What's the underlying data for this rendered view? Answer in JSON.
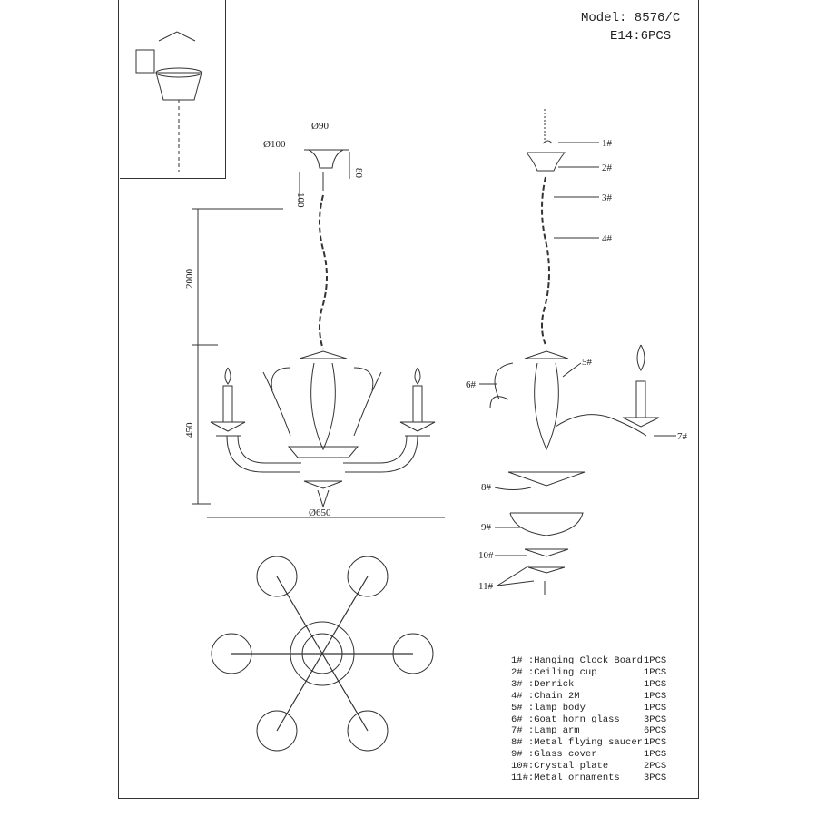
{
  "header": {
    "model": "Model: 8576/C",
    "bulb": "E14:6PCS"
  },
  "dimensions": {
    "canopy_top": "Ø90",
    "canopy_width": "Ø100",
    "canopy_height": "80",
    "derrick": "100",
    "chain": "2000",
    "body_height": "450",
    "width": "Ø650"
  },
  "callouts": [
    "1#",
    "2#",
    "3#",
    "4#",
    "5#",
    "6#",
    "7#",
    "8#",
    "9#",
    "10#",
    "11#"
  ],
  "parts": [
    {
      "label": "1# :Hanging Clock Board",
      "qty": "1PCS"
    },
    {
      "label": "2# :Ceiling cup",
      "qty": "1PCS"
    },
    {
      "label": "3# :Derrick",
      "qty": "1PCS"
    },
    {
      "label": "4# :Chain 2M",
      "qty": "1PCS"
    },
    {
      "label": "5# :lamp body",
      "qty": "1PCS"
    },
    {
      "label": "6# :Goat horn glass",
      "qty": "3PCS"
    },
    {
      "label": "7# :Lamp arm",
      "qty": "6PCS"
    },
    {
      "label": "8# :Metal flying saucer",
      "qty": "1PCS"
    },
    {
      "label": "9# :Glass cover",
      "qty": "1PCS"
    },
    {
      "label": "10#:Crystal plate",
      "qty": "2PCS"
    },
    {
      "label": "11#:Metal ornaments",
      "qty": "3PCS"
    }
  ]
}
